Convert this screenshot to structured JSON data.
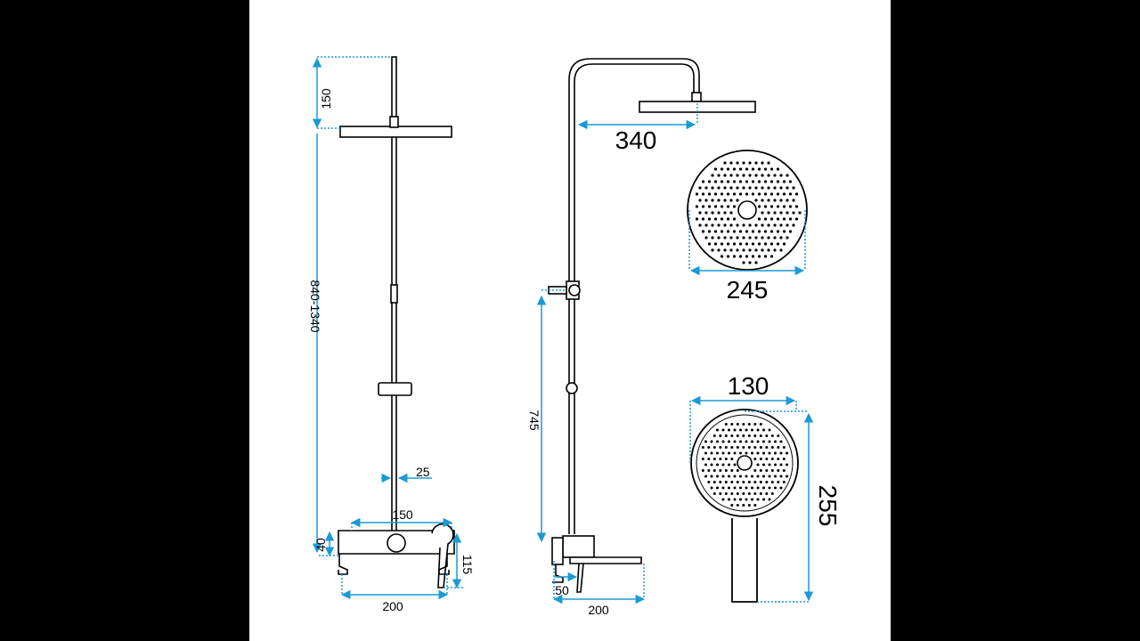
{
  "colors": {
    "outline": "#000000",
    "dimension": "#1a9ad6",
    "background": "#ffffff",
    "frame": "#000000"
  },
  "front_view": {
    "top_offset": "150",
    "total_height": "840-1340",
    "pipe_diameter": "25",
    "body_width": "150",
    "body_depth": "40",
    "overall_width": "200",
    "body_height": "115"
  },
  "side_view": {
    "arm_length": "340",
    "column_height": "745",
    "spout_offset": "50",
    "overall_depth": "200"
  },
  "head_shower": {
    "diameter": "245"
  },
  "hand_shower": {
    "width": "130",
    "length": "255"
  }
}
